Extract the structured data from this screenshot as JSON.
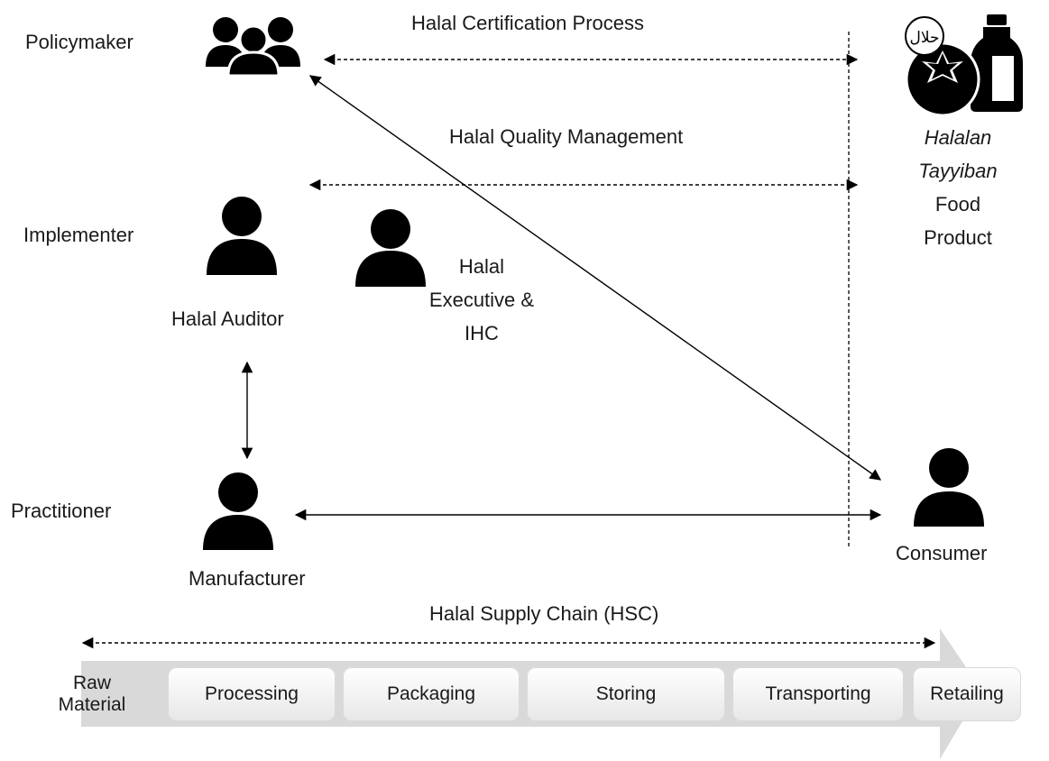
{
  "roles": {
    "policymaker": "Policymaker",
    "implementer": "Implementer",
    "practitioner": "Practitioner"
  },
  "flows": {
    "certification": "Halal Certification Process",
    "quality": "Halal Quality Management",
    "supply_chain": "Halal Supply Chain (HSC)"
  },
  "actors": {
    "auditor": "Halal Auditor",
    "executive_line1": "Halal",
    "executive_line2": "Executive &",
    "executive_line3": "IHC",
    "manufacturer": "Manufacturer",
    "consumer": "Consumer"
  },
  "product": {
    "line1": "Halalan",
    "line2": "Tayyiban",
    "line3": "Food",
    "line4": "Product",
    "logo_text": "حلال"
  },
  "stages": [
    "Raw Material",
    "Processing",
    "Packaging",
    "Storing",
    "Transporting",
    "Retailing"
  ],
  "colors": {
    "ink": "#000000",
    "band": "#d9d9d9",
    "stage_bg": "#f2f2f2"
  },
  "icons": {
    "group": "people-group-icon",
    "person": "person-icon",
    "product": "halal-food-product-icon"
  }
}
